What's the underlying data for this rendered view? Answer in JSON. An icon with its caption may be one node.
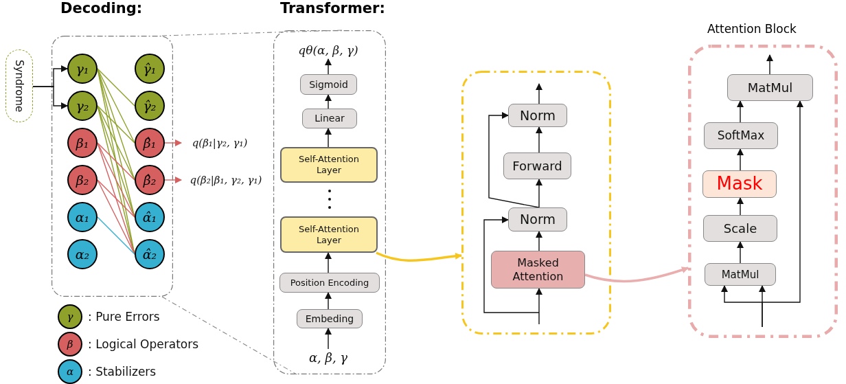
{
  "diagram": {
    "nodes": [
      {
        "text": [
          "Syndrome"
        ]
      },
      {
        "text": [
          "Decoding:"
        ]
      },
      {
        "text": [
          "γ₁"
        ],
        "in": 1
      },
      {
        "text": [
          "γ₂"
        ],
        "in": 1
      },
      {
        "text": [
          "β₁"
        ],
        "in": 1
      },
      {
        "text": [
          "β₂"
        ],
        "in": 1
      },
      {
        "text": [
          "α₁"
        ],
        "in": 1
      },
      {
        "text": [
          "α₂"
        ],
        "in": 1
      },
      {
        "text": [
          "γ̂₁"
        ],
        "in": 1
      },
      {
        "text": [
          "γ̂₂"
        ],
        "in": 1
      },
      {
        "text": [
          "β̂₁"
        ],
        "in": 1
      },
      {
        "text": [
          "β̂₂"
        ],
        "in": 1
      },
      {
        "text": [
          "α̂₁"
        ],
        "in": 1
      },
      {
        "text": [
          "α̂₂"
        ],
        "in": 1
      },
      {
        "text": [
          "q(β₁|γ₂, γ₁)"
        ]
      },
      {
        "text": [
          "q(β₂|β₁, γ₂, γ₁)"
        ]
      },
      {
        "text": [
          "Transformer:"
        ]
      },
      {
        "text": [
          "qθ(α, β, γ)"
        ],
        "in": 16
      },
      {
        "text": [
          "Sigmoid"
        ],
        "in": 16
      },
      {
        "text": [
          "Linear"
        ],
        "in": 16
      },
      {
        "text": [
          "Self-Attention Layer"
        ],
        "in": 16
      },
      {
        "text": [
          "Self-Attention Layer"
        ],
        "in": 16
      },
      {
        "text": [
          "Position Encoding"
        ],
        "in": 16
      },
      {
        "text": [
          "Embeding"
        ],
        "in": 16
      },
      {
        "text": [
          "α, β, γ"
        ],
        "in": 16
      },
      {
        "text": [],
        "shape": "box"
      },
      {
        "text": [
          "Norm"
        ],
        "in": 25
      },
      {
        "text": [
          "Forward"
        ],
        "in": 25
      },
      {
        "text": [
          "Norm"
        ],
        "in": 25
      },
      {
        "text": [
          "Masked Attention"
        ],
        "in": 25
      },
      {
        "text": [
          "Attention Block"
        ]
      },
      {
        "text": [
          "MatMul"
        ],
        "in": 30
      },
      {
        "text": [
          "SoftMax"
        ],
        "in": 30
      },
      {
        "text": [
          "Mask"
        ],
        "in": 30
      },
      {
        "text": [
          "Scale"
        ],
        "in": 30
      },
      {
        "text": [
          "MatMul"
        ],
        "in": 30
      }
    ],
    "edges": [
      {
        "from": 0,
        "to": 2,
        "arrow": "to"
      },
      {
        "from": 0,
        "to": 3,
        "arrow": "to"
      },
      {
        "from": 2,
        "to": 9,
        "arrow": "none",
        "color": "#8fa12a"
      },
      {
        "from": 2,
        "to": 10,
        "arrow": "none",
        "color": "#8fa12a"
      },
      {
        "from": 2,
        "to": 11,
        "arrow": "none",
        "color": "#8fa12a"
      },
      {
        "from": 2,
        "to": 12,
        "arrow": "none",
        "color": "#8fa12a"
      },
      {
        "from": 2,
        "to": 13,
        "arrow": "none",
        "color": "#8fa12a"
      },
      {
        "from": 3,
        "to": 10,
        "arrow": "none",
        "color": "#8fa12a"
      },
      {
        "from": 3,
        "to": 11,
        "arrow": "none",
        "color": "#8fa12a"
      },
      {
        "from": 3,
        "to": 12,
        "arrow": "none",
        "color": "#8fa12a"
      },
      {
        "from": 3,
        "to": 13,
        "arrow": "none",
        "color": "#8fa12a"
      },
      {
        "from": 4,
        "to": 11,
        "arrow": "none",
        "color": "#d66060"
      },
      {
        "from": 4,
        "to": 12,
        "arrow": "none",
        "color": "#d66060"
      },
      {
        "from": 4,
        "to": 13,
        "arrow": "none",
        "color": "#d66060"
      },
      {
        "from": 5,
        "to": 12,
        "arrow": "none",
        "color": "#d66060"
      },
      {
        "from": 5,
        "to": 13,
        "arrow": "none",
        "color": "#d66060"
      },
      {
        "from": 6,
        "to": 13,
        "arrow": "none",
        "color": "#35b0d0"
      },
      {
        "from": 10,
        "to": 14,
        "arrow": "to",
        "color": "#d66060"
      },
      {
        "from": 11,
        "to": 15,
        "arrow": "to",
        "color": "#d66060"
      },
      {
        "from": 1,
        "to": 16,
        "arrow": "none",
        "style": "dashed",
        "color": "#888888"
      },
      {
        "from": 1,
        "to": 16,
        "arrow": "none",
        "style": "dashed",
        "color": "#888888"
      },
      {
        "from": 24,
        "to": 23,
        "arrow": "to"
      },
      {
        "from": 23,
        "to": 22,
        "arrow": "to"
      },
      {
        "from": 22,
        "to": 21,
        "arrow": "to"
      },
      {
        "from": 20,
        "to": 19,
        "arrow": "to"
      },
      {
        "from": 19,
        "to": 18,
        "arrow": "to"
      },
      {
        "from": 18,
        "to": 17,
        "arrow": "to"
      },
      {
        "from": 21,
        "to": 25,
        "arrow": "to",
        "style": "thick",
        "color": "#f7c61e"
      },
      {
        "from": null,
        "to": 29,
        "arrow": "to"
      },
      {
        "from": null,
        "to": 28,
        "arrow": "to"
      },
      {
        "from": 29,
        "to": 28,
        "arrow": "to"
      },
      {
        "from": 28,
        "to": 27,
        "arrow": "to"
      },
      {
        "from": 28,
        "to": 26,
        "arrow": "to"
      },
      {
        "from": 27,
        "to": 26,
        "arrow": "to"
      },
      {
        "from": 26,
        "to": null,
        "arrow": "to"
      },
      {
        "from": 29,
        "to": 30,
        "arrow": "to",
        "style": "thick",
        "color": "#eaaeae"
      },
      {
        "from": null,
        "to": 35,
        "arrow": "to"
      },
      {
        "from": null,
        "to": 35,
        "arrow": "to"
      },
      {
        "from": null,
        "to": 31,
        "arrow": "to"
      },
      {
        "from": 35,
        "to": 34,
        "arrow": "to"
      },
      {
        "from": 34,
        "to": 33,
        "arrow": "to"
      },
      {
        "from": 33,
        "to": 32,
        "arrow": "to"
      },
      {
        "from": 32,
        "to": 31,
        "arrow": "to"
      },
      {
        "from": 31,
        "to": null,
        "arrow": "to"
      }
    ],
    "labels": [
      "γ",
      "β",
      "α"
    ],
    "legend": [
      {
        "text": ": Pure Errors",
        "color": "#8fa12a"
      },
      {
        "text": ": Logical Operators",
        "color": "#d66060"
      },
      {
        "text": ": Stabilizers",
        "color": "#35b0d0"
      }
    ]
  }
}
